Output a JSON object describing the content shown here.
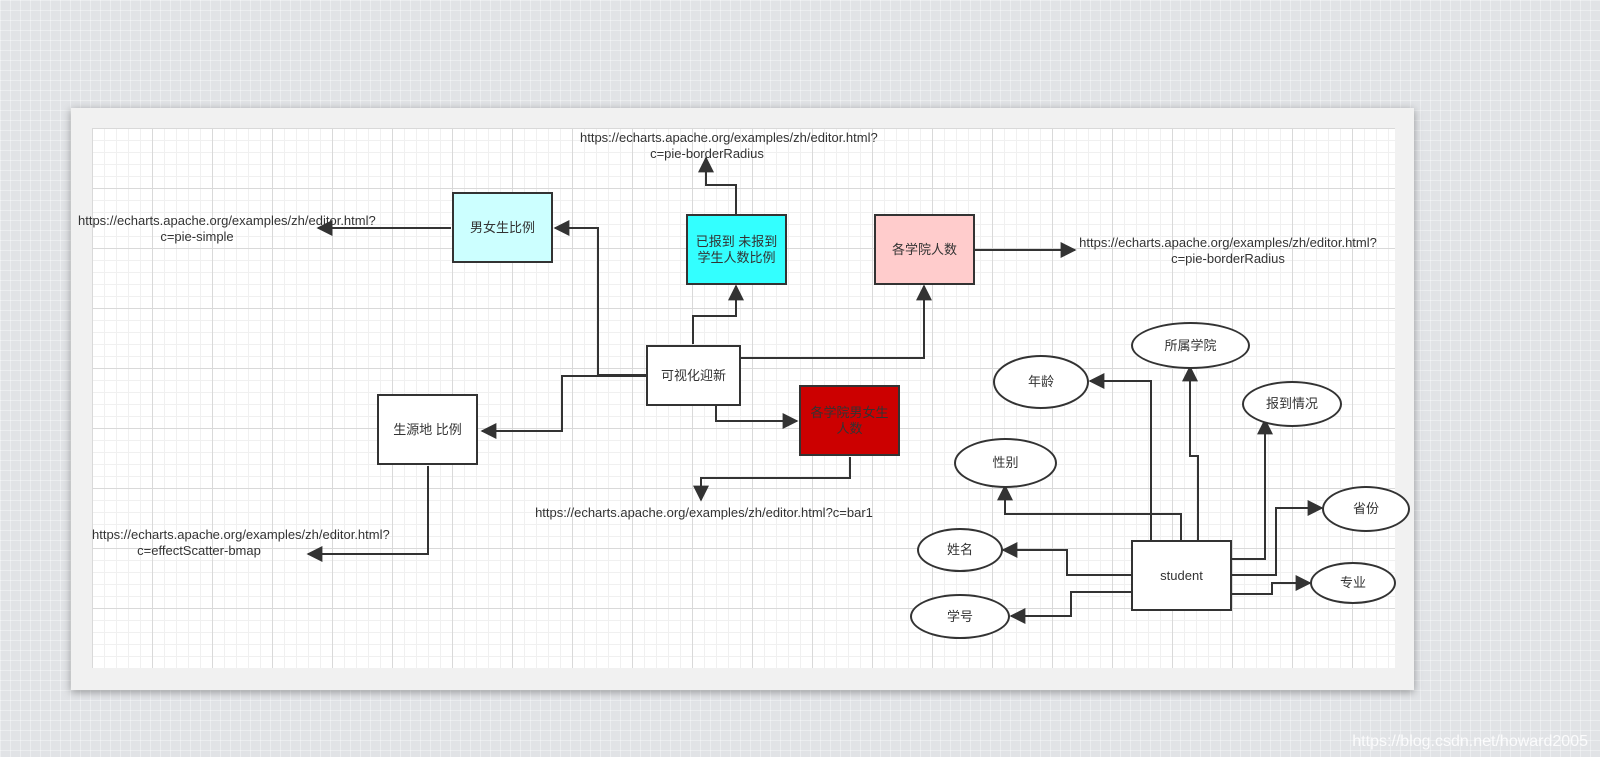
{
  "nodes": {
    "center": "可视化迎新",
    "gender_ratio": "男女生比例",
    "report_ratio": "已报到 未报到学生人数比例",
    "college_count": "各学院人数",
    "source_ratio": "生源地 比例",
    "college_gender": "各学院男女生人数",
    "student": "student"
  },
  "attributes": {
    "age": "年龄",
    "college": "所属学院",
    "report_status": "报到情况",
    "gender": "性别",
    "name": "姓名",
    "province": "省份",
    "major": "专业",
    "student_id": "学号"
  },
  "links": {
    "gender_ratio": "https://echarts.apache.org/examples/zh/editor.html?c=pie-simple",
    "report_ratio": "https://echarts.apache.org/examples/zh/editor.html?c=pie-borderRadius",
    "college_count": "https://echarts.apache.org/examples/zh/editor.html?c=pie-borderRadius",
    "source_ratio": "https://echarts.apache.org/examples/zh/editor.html?c=effectScatter-bmap",
    "college_gender": "https://echarts.apache.org/examples/zh/editor.html?c=bar1"
  },
  "watermark": "https://blog.csdn.net/howard2005",
  "colors": {
    "cyan_light": "#ccffff",
    "cyan": "#33ffff",
    "pink": "#ffcccc",
    "red": "#cc0000",
    "line": "#333333"
  }
}
